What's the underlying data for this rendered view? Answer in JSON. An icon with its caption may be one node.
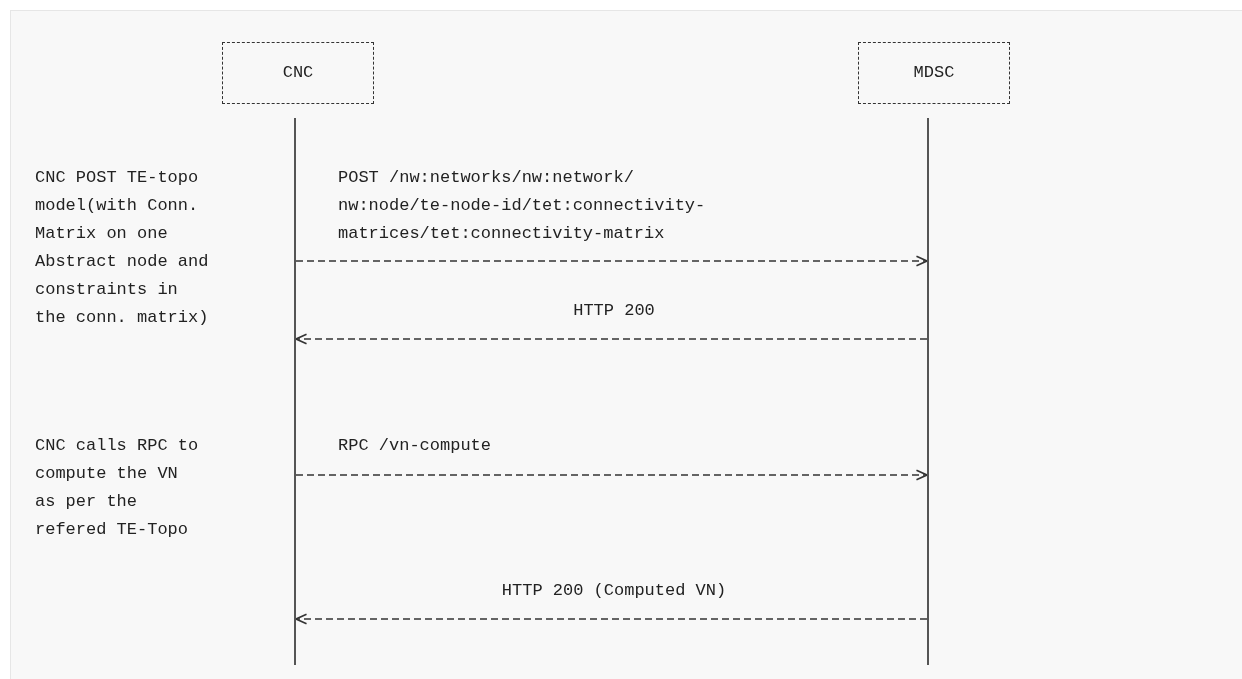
{
  "diagram": {
    "nodes": [
      {
        "text": [
          "CNC"
        ]
      },
      {
        "text": [
          "MDSC"
        ]
      },
      {
        "text": [],
        "shape": "line"
      },
      {
        "text": [],
        "shape": "line"
      }
    ],
    "edges": [
      {
        "from": 2,
        "to": 3,
        "arrow": "to",
        "style": "dashed",
        "label": "POST /nw:networks/nw:network/ nw:node/te-node-id/tet:connectivity- matrices/tet:connectivity-matrix"
      },
      {
        "from": 3,
        "to": 2,
        "arrow": "to",
        "style": "dashed",
        "label": "HTTP 200"
      },
      {
        "from": 2,
        "to": 3,
        "arrow": "to",
        "style": "dashed",
        "label": "RPC /vn-compute"
      },
      {
        "from": 3,
        "to": 2,
        "arrow": "to",
        "style": "dashed",
        "label": "HTTP 200 (Computed VN)"
      }
    ],
    "labels": [
      "CNC POST TE-topo model(with Conn. Matrix on one Abstract node and constraints in the conn. matrix)",
      "CNC calls RPC to compute the VN as per the refered TE-Topo"
    ]
  }
}
